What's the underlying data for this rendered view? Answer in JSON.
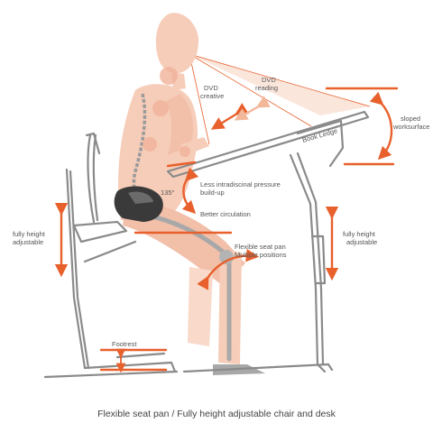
{
  "labels": {
    "dvd_creative_1": "DVD",
    "dvd_creative_2": "creative",
    "dvd_reading_1": "DVD",
    "dvd_reading_2": "reading",
    "book_ledge": "Book Ledge",
    "sloped_1": "sloped",
    "sloped_2": "worksurface",
    "angle": "135°",
    "pressure_1": "Less intradiscinal pressure",
    "pressure_2": "build-up",
    "circulation": "Better circulation",
    "chair_height_1": "fully height",
    "chair_height_2": "adjustable",
    "desk_height_1": "fully height",
    "desk_height_2": "adjustable",
    "seat_pan_1": "Flexible seat pan",
    "seat_pan_2": "Multiple positions",
    "footrest": "Footrest"
  },
  "caption": "Flexible seat pan / Fully height adjustable chair and desk",
  "colors": {
    "accent": "#e8602c",
    "frame": "#8a8a8a",
    "body": "#f6cdb9",
    "spine": "#9a9a9a"
  }
}
